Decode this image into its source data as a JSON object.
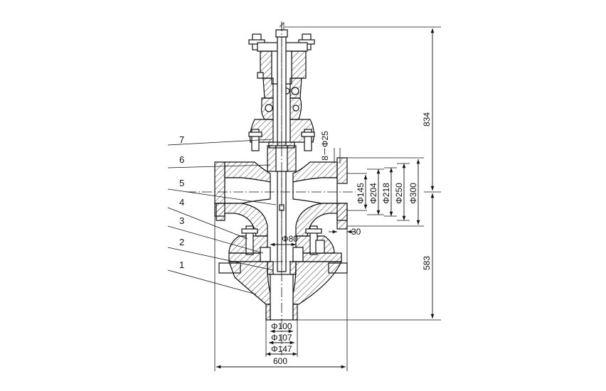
{
  "part_labels": [
    "7",
    "6",
    "5",
    "4",
    "3",
    "2",
    "1"
  ],
  "dimensions": {
    "height_upper": "834",
    "height_lower": "583",
    "width": "600",
    "bolt_holes": "8－Φ25",
    "flange_diameters": [
      "Φ145",
      "Φ204",
      "Φ218",
      "Φ250",
      "Φ300"
    ],
    "flange_thickness": "30",
    "stem_seat": "Φ80",
    "outlet_diameters": [
      "Φ100",
      "Φ107",
      "Φ147"
    ]
  }
}
